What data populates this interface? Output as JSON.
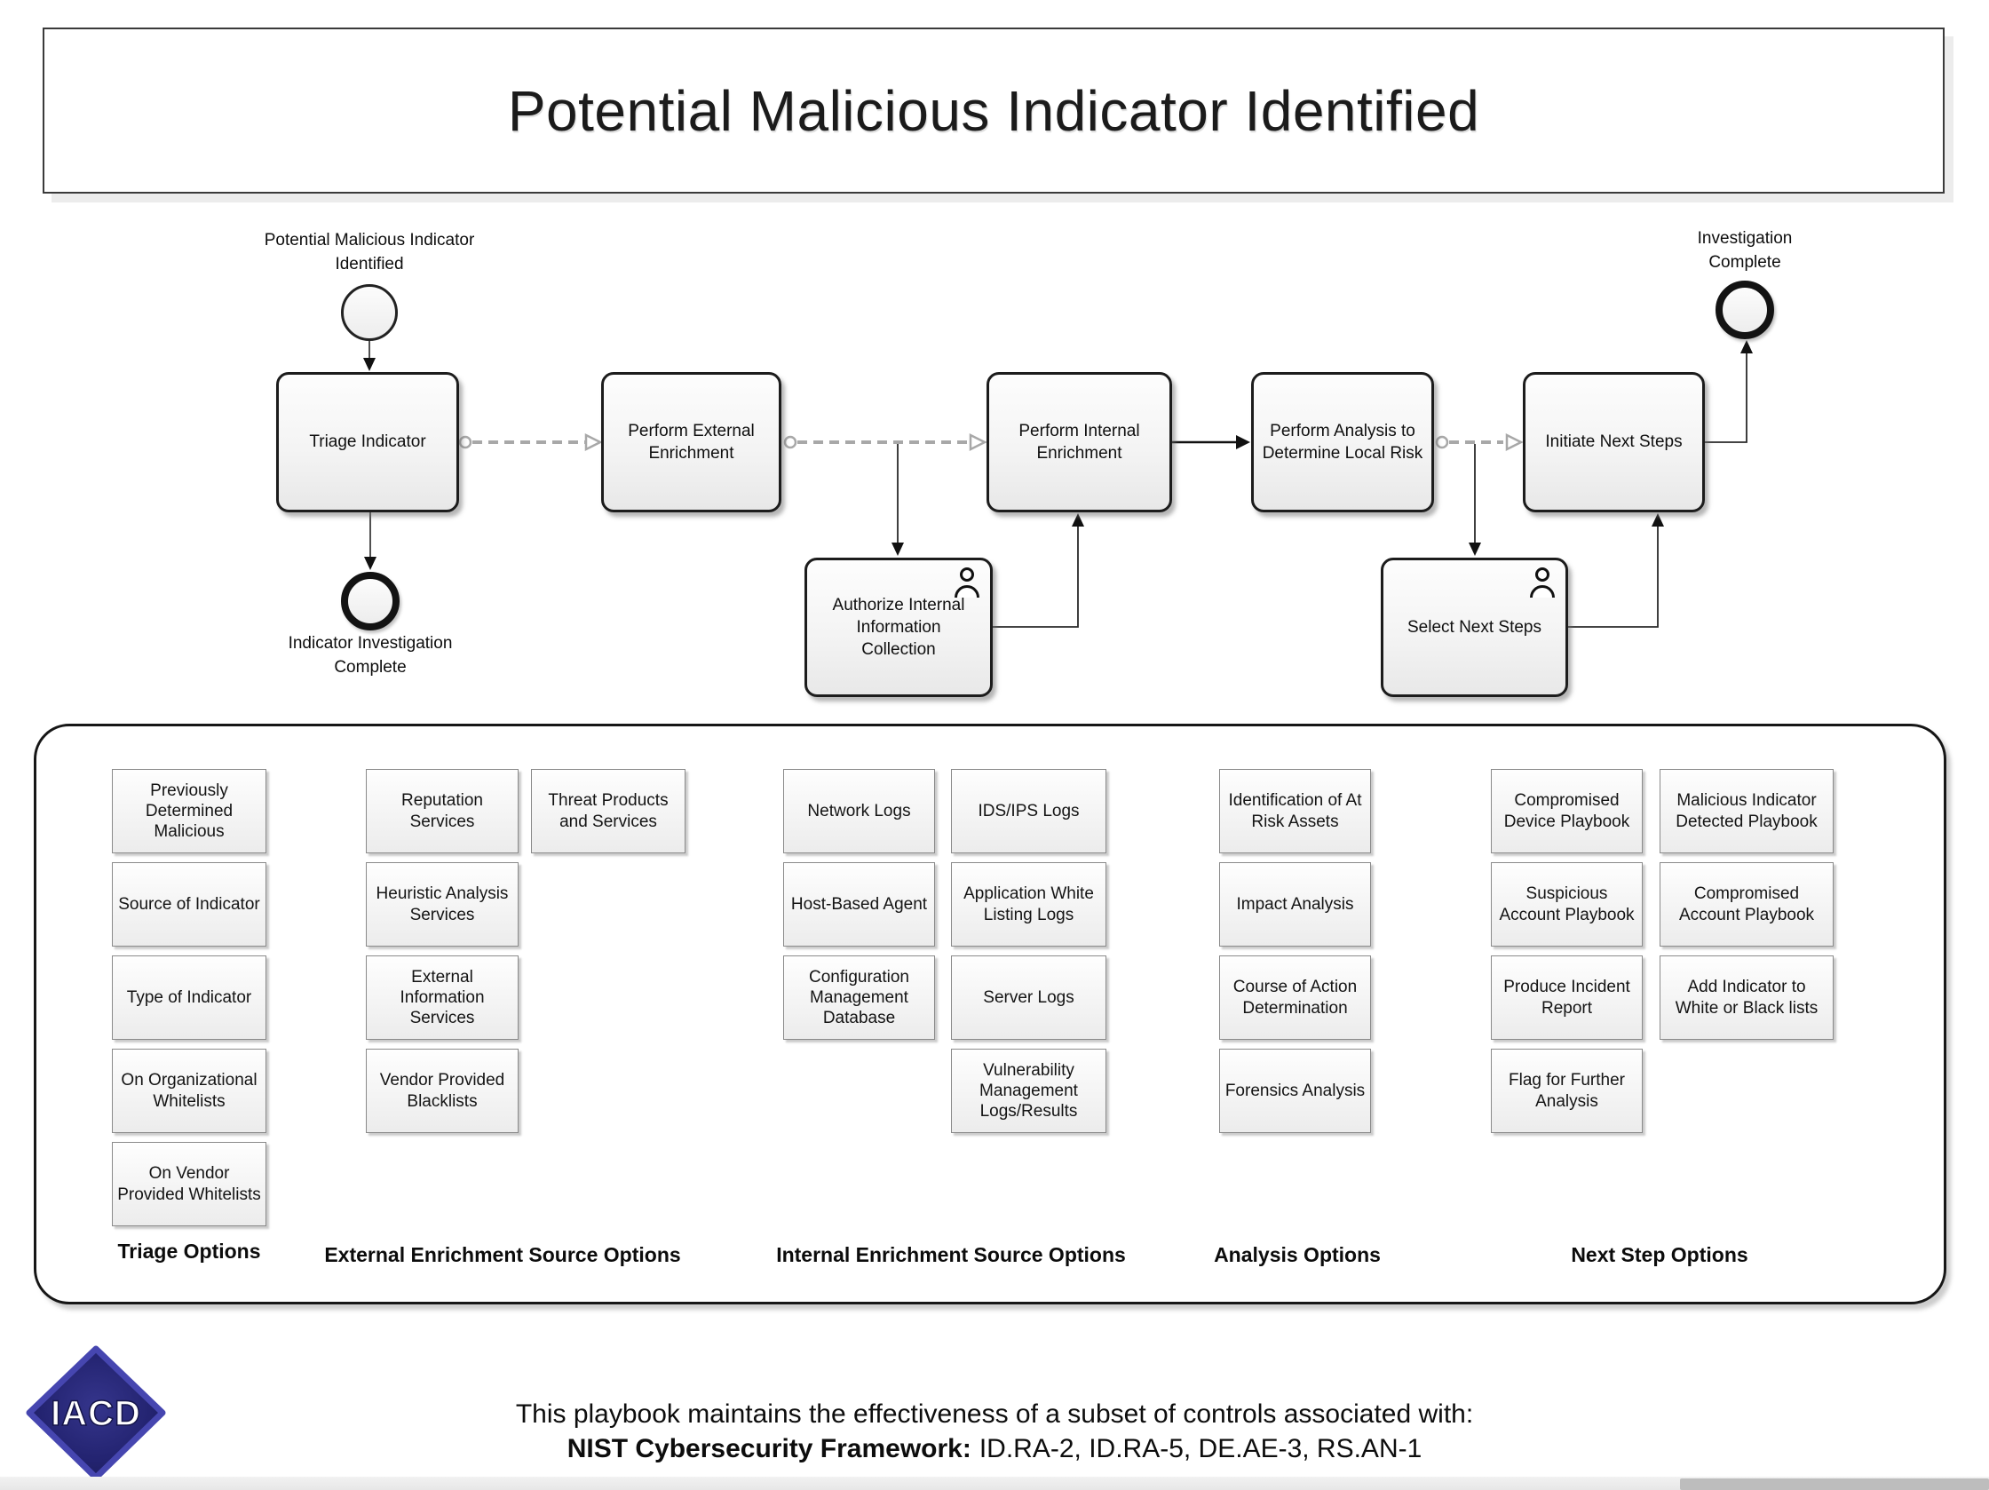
{
  "title": "Potential Malicious Indicator Identified",
  "colors": {
    "dashed_connector": "#a8a8a8",
    "solid_connector": "#3d3d3d",
    "logo_navy": "#232370",
    "logo_border": "#4646b0"
  },
  "flow": {
    "events": {
      "start": {
        "lines": [
          "Potential Malicious Indicator",
          "Identified"
        ]
      },
      "end_triage": {
        "lines": [
          "Indicator Investigation",
          "Complete"
        ]
      },
      "end_final": {
        "lines": [
          "Investigation",
          "Complete"
        ]
      }
    },
    "tasks": {
      "triage": {
        "lines": [
          "Triage Indicator"
        ]
      },
      "external": {
        "lines": [
          "Perform External",
          "Enrichment"
        ]
      },
      "authorize": {
        "lines": [
          "Authorize Internal",
          "Information",
          "Collection"
        ]
      },
      "internal": {
        "lines": [
          "Perform Internal",
          "Enrichment"
        ]
      },
      "analysis": {
        "lines": [
          "Perform Analysis to",
          "Determine Local Risk"
        ]
      },
      "select": {
        "lines": [
          "Select Next Steps"
        ]
      },
      "initiate": {
        "lines": [
          "Initiate Next Steps"
        ]
      }
    }
  },
  "options_panel": {
    "groups": [
      {
        "label": "Triage Options",
        "columns": [
          [
            "Previously Determined Malicious",
            "Source of Indicator",
            "Type of Indicator",
            "On Organizational Whitelists",
            "On Vendor Provided Whitelists"
          ]
        ]
      },
      {
        "label": "External Enrichment Source Options",
        "columns": [
          [
            "Reputation Services",
            "Heuristic Analysis Services",
            "External Information Services",
            "Vendor Provided Blacklists"
          ],
          [
            "Threat Products and Services"
          ]
        ]
      },
      {
        "label": "Internal Enrichment Source Options",
        "columns": [
          [
            "Network Logs",
            "Host-Based Agent",
            "Configuration Management Database"
          ],
          [
            "IDS/IPS Logs",
            "Application White Listing Logs",
            "Server Logs",
            "Vulnerability Management Logs/Results"
          ]
        ]
      },
      {
        "label": "Analysis Options",
        "columns": [
          [
            "Identification of At Risk Assets",
            "Impact Analysis",
            "Course of Action Determination",
            "Forensics Analysis"
          ]
        ]
      },
      {
        "label": "Next Step Options",
        "columns": [
          [
            "Compromised Device Playbook",
            "Suspicious Account Playbook",
            "Produce Incident Report",
            "Flag for Further Analysis"
          ],
          [
            "Malicious Indicator Detected Playbook",
            "Compromised Account Playbook",
            "Add Indicator to White or Black lists"
          ]
        ]
      }
    ]
  },
  "footer": {
    "logo_text": "IACD",
    "line1": "This playbook maintains the effectiveness of a subset of controls associated with:",
    "nist_label": "NIST Cybersecurity Framework:",
    "nist_codes": "ID.RA-2, ID.RA-5, DE.AE-3, RS.AN-1"
  }
}
